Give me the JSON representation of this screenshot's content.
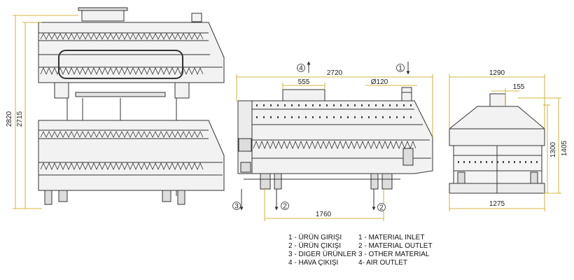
{
  "colors": {
    "line": "#333333",
    "dim_line": "#c8a000",
    "body": "#f2f2f2",
    "text": "#222222"
  },
  "dimensions": {
    "height_total": "2820",
    "height_inner": "2715",
    "length_total": "2720",
    "inlet_width": "555",
    "outlet_diameter": "Ø120",
    "leg_span": "1760",
    "width_total": "1290",
    "top_port": "155",
    "side_height_1": "1300",
    "side_height_2": "1405",
    "base_width": "1275"
  },
  "markers": {
    "m1": "1",
    "m2a": "2",
    "m2b": "2",
    "m3": "3",
    "m4": "4"
  },
  "legend": {
    "tr": [
      "1 - ÜRÜN GIRIŞI",
      "2 - ÜRÜN ÇIKIŞI",
      "3 - DIGER ÜRÜNLER",
      "4 - HAVA ÇIKIŞI"
    ],
    "en": [
      "1 - MATERIAL INLET",
      "2 - MATERIAL OUTLET",
      "3 - OTHER MATERIAL",
      "4-  AIR OUTLET"
    ]
  }
}
